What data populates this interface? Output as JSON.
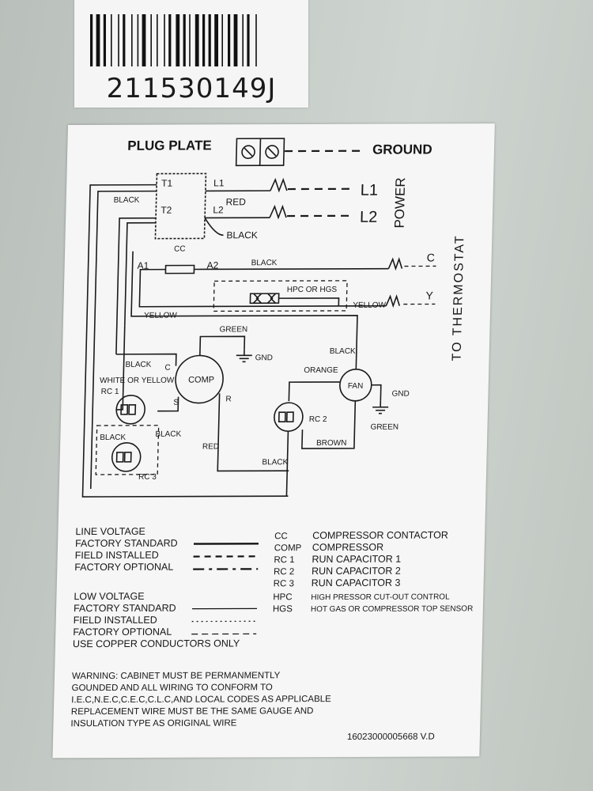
{
  "barcode": {
    "number": "211530149J"
  },
  "diagram": {
    "plug_plate": "PLUG PLATE",
    "ground": "GROUND",
    "power": "POWER",
    "thermostat": "TO THERMOSTAT",
    "t1": "T1",
    "t2": "T2",
    "l1": "L1",
    "l2": "L2",
    "l1_big": "L1",
    "l2_big": "L2",
    "red": "RED",
    "black": "BLACK",
    "cc": "CC",
    "a1": "A1",
    "a2": "A2",
    "black_a2": "BLACK",
    "hpc_hgs": "HPC OR HGS",
    "yellow_left": "YELLOW",
    "yellow_right": "YELLOW",
    "c": "C",
    "y": "Y",
    "black_left": "BLACK",
    "green_top": "GREEN",
    "gnd1": "GND",
    "black_comp": "BLACK",
    "comp_c": "C",
    "comp": "COMP",
    "white_yellow": "WHITE OR YELLOW",
    "rc1": "RC 1",
    "s": "S",
    "r": "R",
    "black_rc1": "BLACK",
    "black_rc3": "BLACK",
    "red_comp": "RED",
    "rc3": "RC 3",
    "black_fan": "BLACK",
    "orange": "ORANGE",
    "fan": "FAN",
    "gnd2": "GND",
    "green2": "GREEN",
    "rc2": "RC 2",
    "brown": "BROWN",
    "black_bottom": "BLACK"
  },
  "legend": {
    "line_voltage": "LINE VOLTAGE",
    "lv_factory_standard": "FACTORY STANDARD",
    "lv_field_installed": "FIELD INSTALLED",
    "lv_factory_optional": "FACTORY OPTIONAL",
    "low_voltage": "LOW  VOLTAGE",
    "low_factory_standard": "FACTORY STANDARD",
    "low_field_installed": "FIELD INSTALLED",
    "low_factory_optional": "FACTORY OPTIONAL",
    "copper": "USE COPPER CONDUCTORS ONLY",
    "abbrevs": [
      {
        "code": "CC",
        "desc": "COMPRESSOR  CONTACTOR"
      },
      {
        "code": "COMP",
        "desc": "COMPRESSOR"
      },
      {
        "code": "RC 1",
        "desc": "RUN  CAPACITOR 1"
      },
      {
        "code": "RC 2",
        "desc": "RUN  CAPACITOR 2"
      },
      {
        "code": "RC 3",
        "desc": "RUN  CAPACITOR 3"
      },
      {
        "code": "HPC",
        "desc": "HIGH PRESSOR CUT-OUT CONTROL"
      },
      {
        "code": "HGS",
        "desc": "HOT GAS OR COMPRESSOR TOP SENSOR"
      }
    ]
  },
  "warning": {
    "line1": "WARNING: CABINET MUST BE PERMANMENTLY",
    "line2": "GOUNDED AND ALL WIRING TO CONFORM TO",
    "line3": "I.E.C,N.E.C,C.E.C,C.L.C,AND LOCAL CODES AS APPLICABLE",
    "line4": "REPLACEMENT WIRE MUST BE THE SAME GAUGE AND",
    "line5": "INSULATION  TYPE  AS ORIGINAL WIRE"
  },
  "part_number": "16023000005668 V.D"
}
